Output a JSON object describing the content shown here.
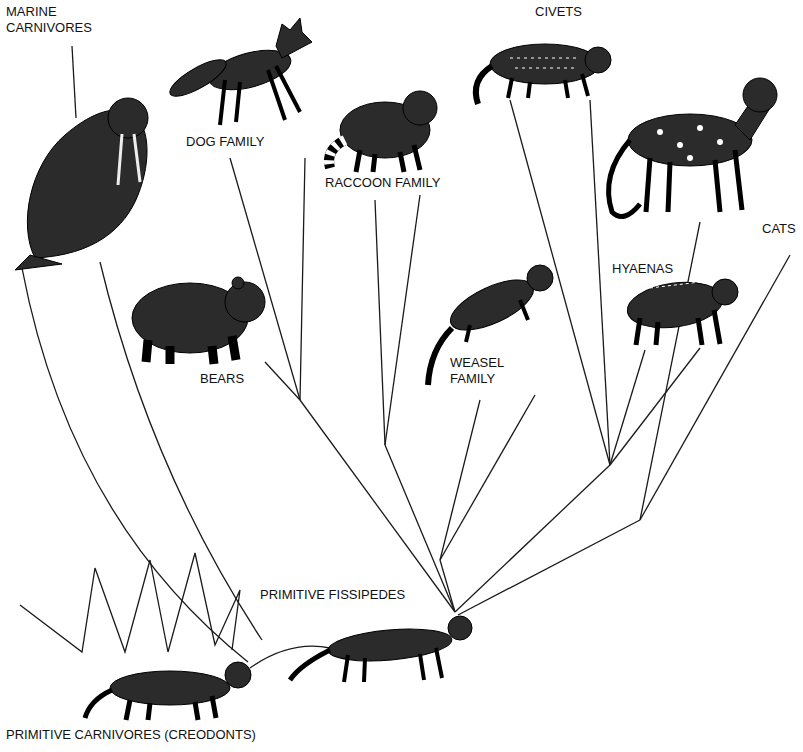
{
  "diagram": {
    "labels": [
      "MARINE CARNIVORES",
      "DOG FAMILY",
      "CIVETS",
      "RACCOON FAMILY",
      "CATS",
      "BEARS",
      "WEASEL FAMILY",
      "HYAENAS",
      "PRIMITIVE FISSIPEDES",
      "PRIMITIVE CARNIVORES (CREODONTS)"
    ]
  }
}
